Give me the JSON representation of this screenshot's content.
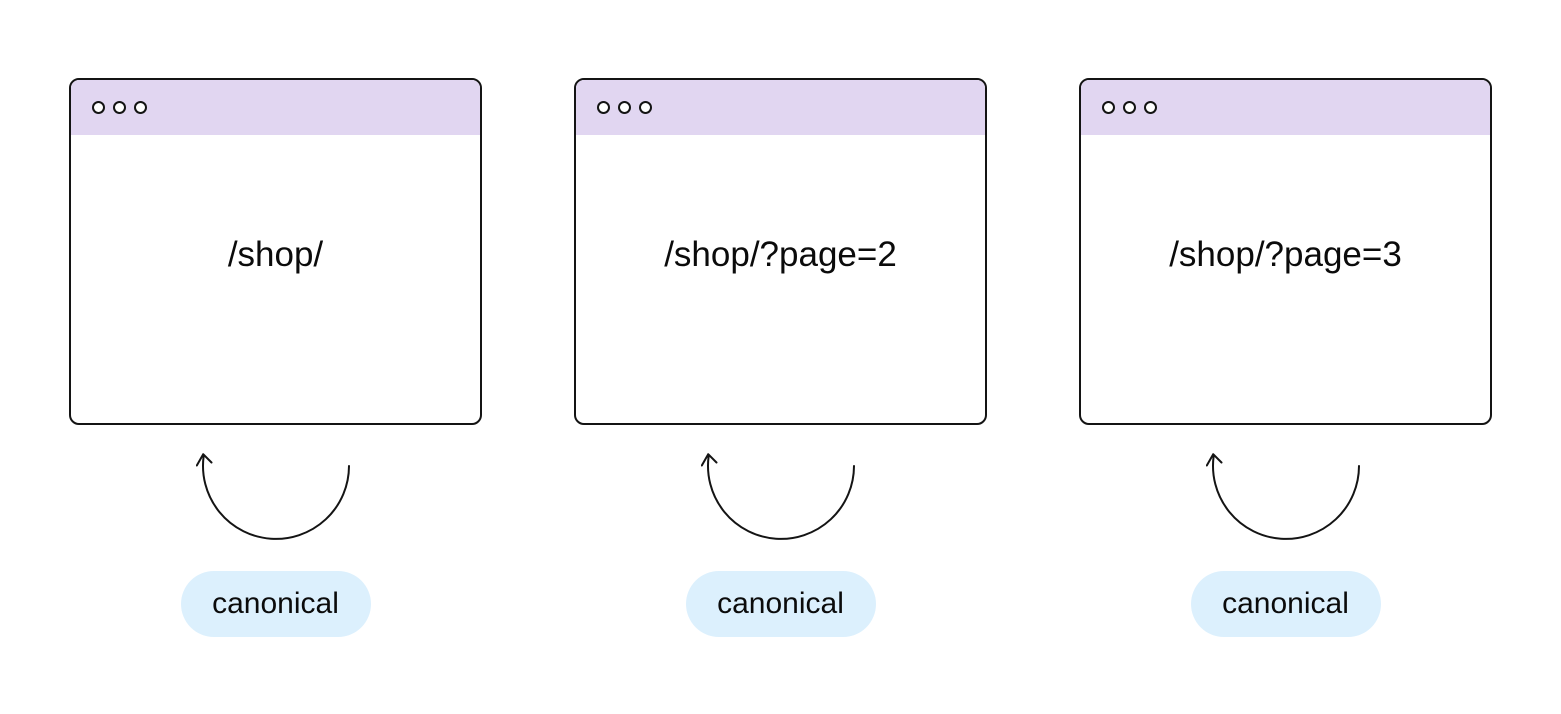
{
  "background": "#FFFFFF",
  "colors": {
    "titlebar_bg": "#E1D6F1",
    "badge_bg": "#DCF0FD",
    "stroke": "#141414",
    "text": "#0B0B0B"
  },
  "icons": {
    "window_dots": "traffic-light-dots",
    "loop_arrow": "self-referencing-canonical-arrow"
  },
  "groups": [
    {
      "url": "/shop/",
      "badge": "canonical"
    },
    {
      "url": "/shop/?page=2",
      "badge": "canonical"
    },
    {
      "url": "/shop/?page=3",
      "badge": "canonical"
    }
  ]
}
